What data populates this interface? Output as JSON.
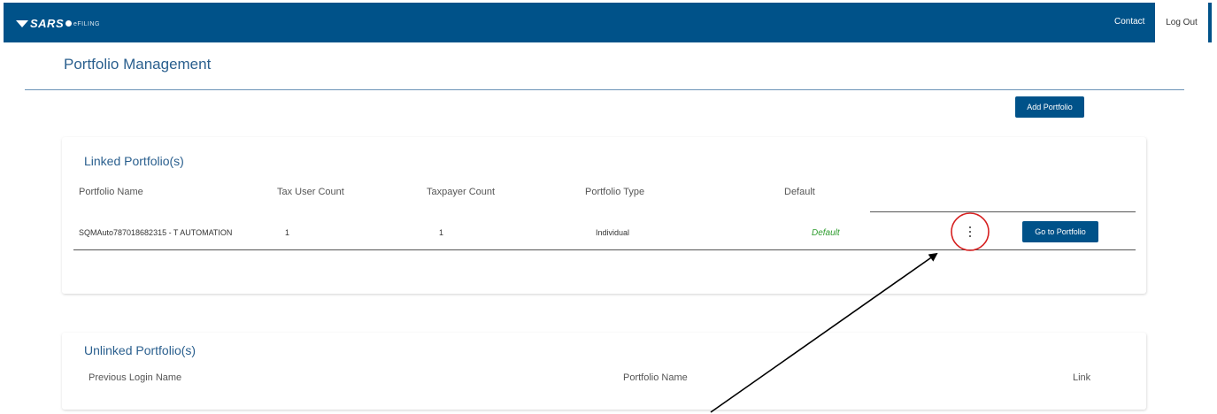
{
  "header": {
    "logo_text": "SARS",
    "efiling_text": "eFILING",
    "contact_label": "Contact",
    "logout_label": "Log Out"
  },
  "page": {
    "title": "Portfolio Management",
    "add_portfolio_label": "Add Portfolio"
  },
  "linked": {
    "title": "Linked Portfolio(s)",
    "columns": [
      "Portfolio Name",
      "Tax User Count",
      "Taxpayer Count",
      "Portfolio Type",
      "Default"
    ],
    "rows": [
      {
        "portfolio_name": "SQMAuto787018682315 - T AUTOMATION",
        "tax_user_count": "1",
        "taxpayer_count": "1",
        "portfolio_type": "Individual",
        "default": "Default",
        "go_label": "Go to Portfolio"
      }
    ]
  },
  "unlinked": {
    "title": "Unlinked Portfolio(s)",
    "columns": [
      "Previous Login Name",
      "Portfolio Name",
      "Link"
    ]
  },
  "colors": {
    "brand": "#005289",
    "default_text": "#2e9c2e",
    "annotation_circle": "#d62020",
    "annotation_arrow": "#000000"
  },
  "icons": {
    "row_menu": "more-vertical-icon",
    "logo": "sars-logo-icon"
  }
}
